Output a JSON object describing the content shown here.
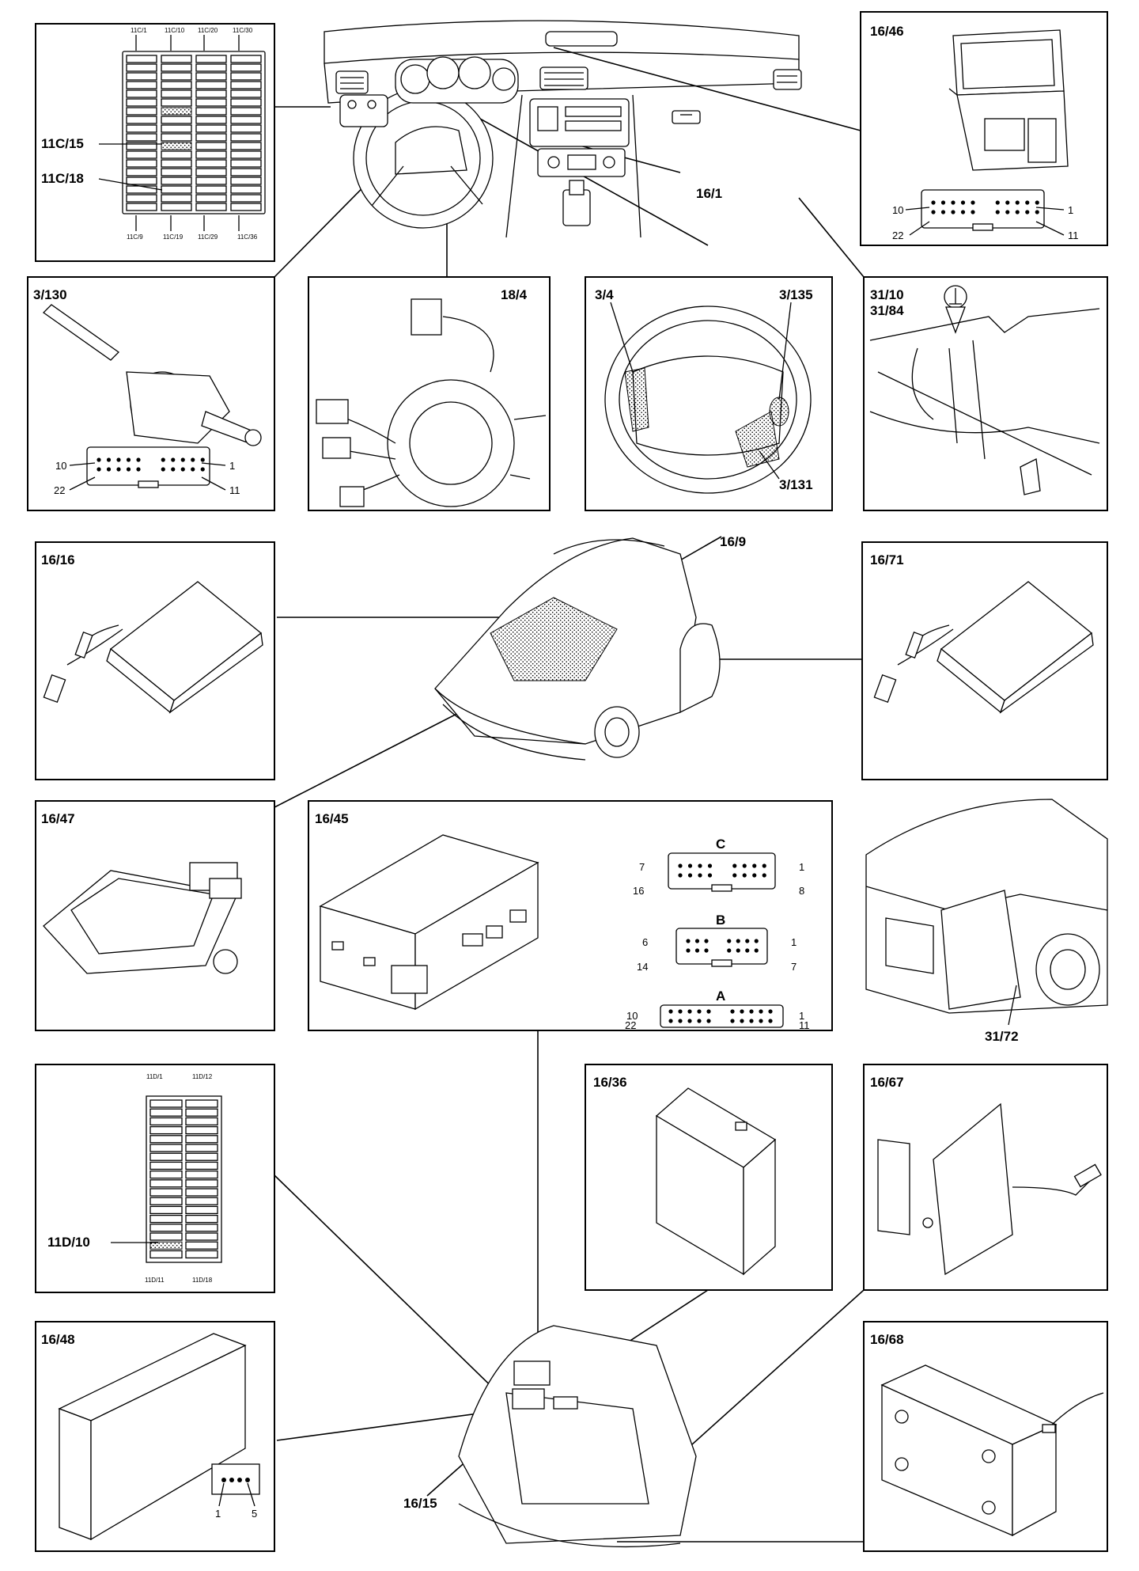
{
  "labels": {
    "p_11c": "11C/15",
    "p_11c_b": "11C/18",
    "fuse_top": [
      "11C/1",
      "11C/10",
      "11C/20",
      "11C/30"
    ],
    "fuse_bottom": [
      "11C/9",
      "11C/19",
      "11C/29",
      "11C/36"
    ],
    "p_16_46": "16/46",
    "p_16_1": "16/1",
    "p_3_130": "3/130",
    "p_18_4": "18/4",
    "p_3_4": "3/4",
    "p_3_135": "3/135",
    "p_3_131": "3/131",
    "p_31_10": "31/10",
    "p_31_84": "31/84",
    "p_16_16": "16/16",
    "p_16_9": "16/9",
    "p_16_71": "16/71",
    "p_16_47": "16/47",
    "p_16_45": "16/45",
    "p_31_72": "31/72",
    "p_11d_10": "11D/10",
    "fuse_d_top": [
      "11D/1",
      "11D/12"
    ],
    "fuse_d_bottom": [
      "11D/11",
      "11D/18"
    ],
    "p_16_36": "16/36",
    "p_16_67": "16/67",
    "p_16_48": "16/48",
    "p_16_68": "16/68",
    "p_16_15": "16/15"
  },
  "connectors": {
    "c22": {
      "tl": "10",
      "bl": "22",
      "tr": "1",
      "br": "11"
    },
    "conn_c": {
      "name": "C",
      "tl": "7",
      "bl": "16",
      "tr": "1",
      "br": "8"
    },
    "conn_b": {
      "name": "B",
      "tl": "6",
      "bl": "14",
      "tr": "1",
      "br": "7"
    },
    "conn_a": {
      "name": "A",
      "tl": "10",
      "bl": "22",
      "tr": "1",
      "br": "11"
    },
    "c5": {
      "l": "1",
      "r": "5"
    }
  }
}
